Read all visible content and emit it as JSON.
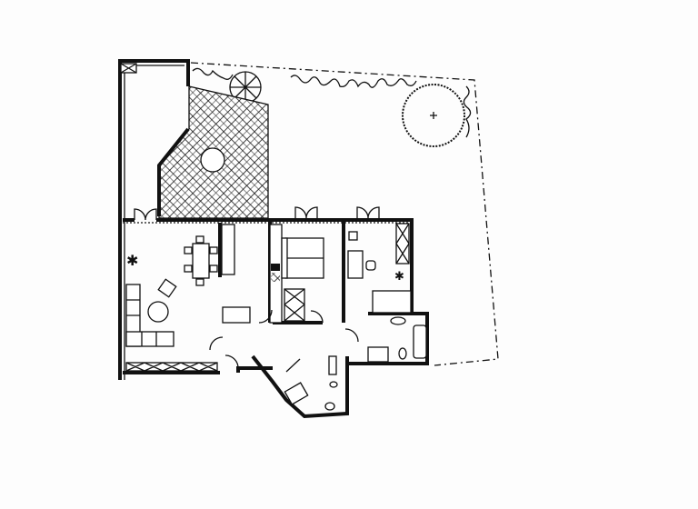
{
  "drawing": {
    "ink_color": "#111111",
    "paper_color": "#fdfdfd",
    "elements": [
      "garden-boundary",
      "tree",
      "shrub",
      "hedge",
      "terrace",
      "balcony",
      "living-room",
      "dining-table",
      "sofa",
      "kitchen",
      "bedroom",
      "double-bed",
      "study",
      "desk",
      "bathroom",
      "bathtub",
      "entrance-hall",
      "wc"
    ]
  }
}
